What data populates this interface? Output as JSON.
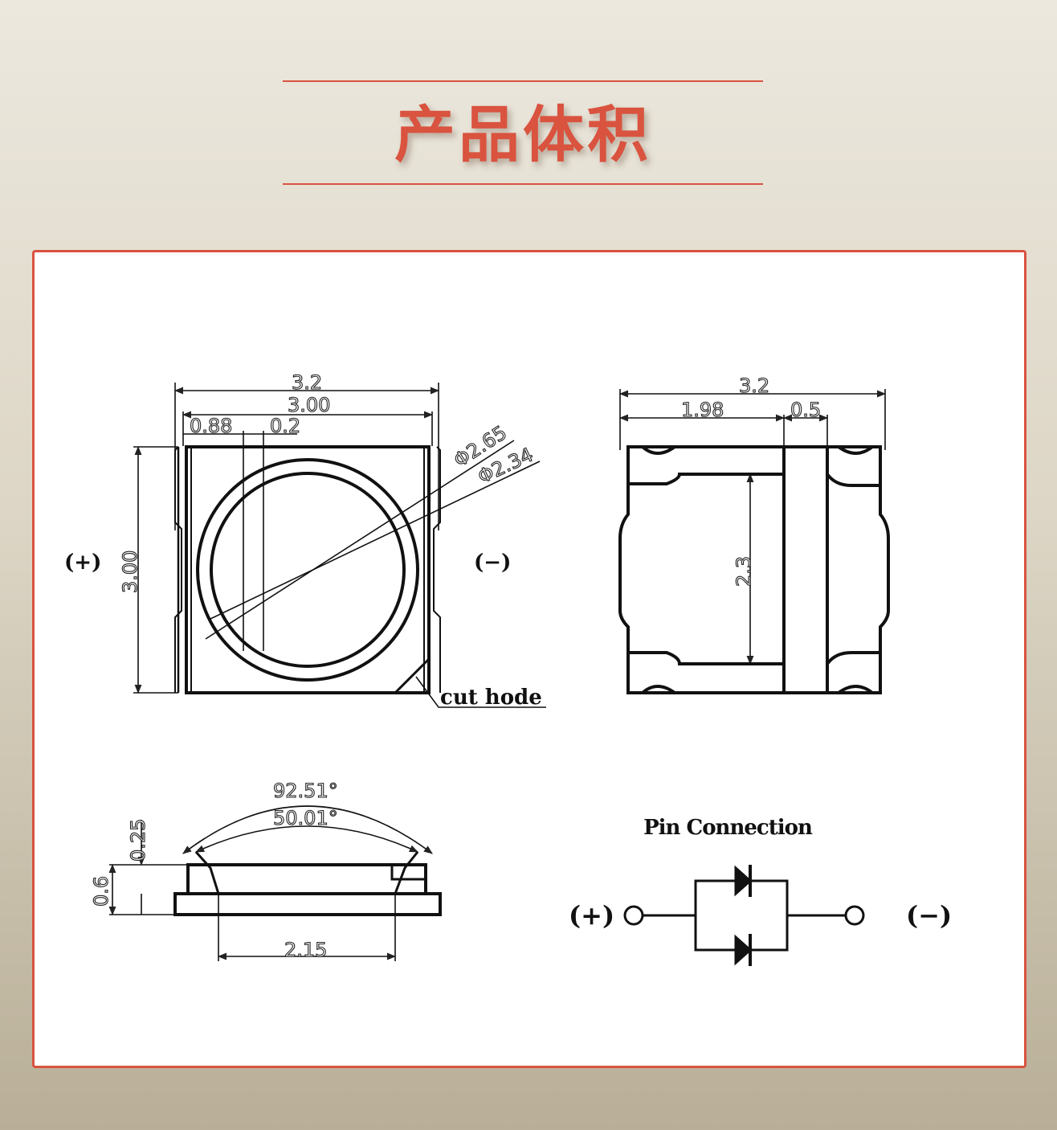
{
  "colors": {
    "accent": "#d9533f",
    "ink": "#111111",
    "panel_bg": "#ffffff"
  },
  "header": {
    "title": "产品体积"
  },
  "top_view": {
    "dims": {
      "width_outer": "3.2",
      "width_inner": "3.00",
      "pad_width": "0.88",
      "pad_gap": "0.2",
      "lens_outer_dia": "Φ2.65",
      "lens_inner_dia": "Φ2.34",
      "height": "3.00"
    },
    "plus_label": "(+)",
    "minus_label": "(−)",
    "cut_label": "cut  hode"
  },
  "bottom_view": {
    "dims": {
      "width": "3.2",
      "pad_left": "1.98",
      "gap": "0.5",
      "pad_height": "2.3"
    }
  },
  "side_view": {
    "dims": {
      "angle_outer": "92.51°",
      "angle_inner": "50.01°",
      "lens_height": "0.25",
      "body_height": "0.6",
      "base_width": "2.15"
    }
  },
  "pin_connection": {
    "title": "Pin Connection",
    "plus_label": "(+)",
    "minus_label": "(−)"
  }
}
